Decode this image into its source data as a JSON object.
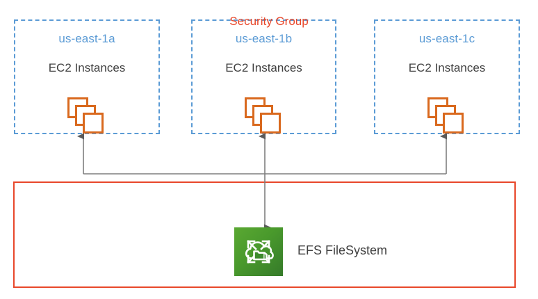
{
  "diagram": {
    "title": "AWS EFS multi-AZ architecture",
    "colors": {
      "az_border": "#5B9BD5",
      "az_label": "#5B9BD5",
      "text": "#404040",
      "ec2_orange": "#D9691E",
      "security_group": "#E8472A",
      "efs_green_light": "#5AA832",
      "efs_green_dark": "#357A2A",
      "connector": "#7F7F7F"
    },
    "availability_zones": [
      {
        "id": "us-east-1a",
        "label": "us-east-1a",
        "resource_label": "EC2 Instances",
        "icon": "ec2-instances-icon"
      },
      {
        "id": "us-east-1b",
        "label": "us-east-1b",
        "resource_label": "EC2 Instances",
        "icon": "ec2-instances-icon"
      },
      {
        "id": "us-east-1c",
        "label": "us-east-1c",
        "resource_label": "EC2 Instances",
        "icon": "ec2-instances-icon"
      }
    ],
    "security_group": {
      "label": "Security Group"
    },
    "efs": {
      "label": "EFS FileSystem",
      "icon": "efs-filesystem-icon"
    },
    "connections": {
      "description": "EFS FileSystem mount target bus connects upward to EC2 Instances in each availability zone",
      "count": 3
    }
  }
}
